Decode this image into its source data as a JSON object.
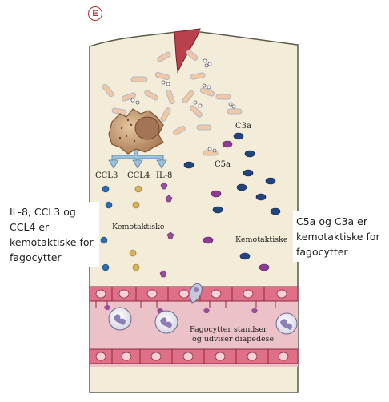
{
  "panel_letter": "E",
  "cell_labels": {
    "c3a": "C3a",
    "c5a": "C5a",
    "ccl3": "CCL3",
    "ccl4": "CCL4",
    "il8": "IL-8"
  },
  "chemotactic_left": "Kemotaktiske",
  "chemotactic_right": "Kemotaktiske",
  "phagocyte_caption": {
    "line1": "Fagocytter standser",
    "line2": "og udviser diapedese"
  },
  "note_left": "IL-8, CCL3 og CCL4 er kemotaktiske for fagocytter",
  "note_right": "C5a og C3a er kemotaktiske for fagocytter",
  "colors": {
    "tissue": "#f2ecd8",
    "vessel": "#ecc2c9",
    "endothelium": "#e07087",
    "wound": "#b8414d",
    "bacteria": "#f0c8a3",
    "ccl3": "#2d6cb0",
    "ccl4": "#d8b45a",
    "il8": "#9a4d9c",
    "c3a": "#23447e",
    "c5a": "#8e3a92"
  }
}
